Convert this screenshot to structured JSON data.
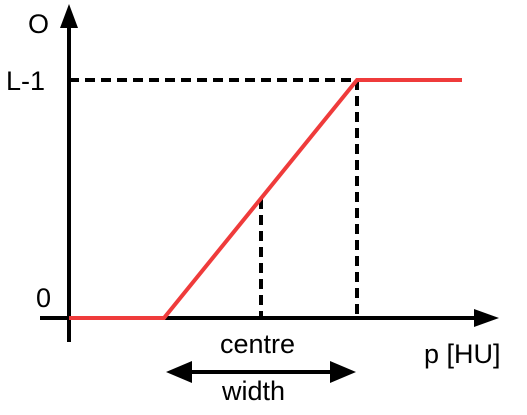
{
  "diagram": {
    "y_axis_label": "O",
    "x_axis_label": "p [HU]",
    "y_top_label": "L-1",
    "y_bottom_label": "0",
    "centre_label": "centre",
    "width_label": "width"
  },
  "colors": {
    "curve": "#ef3b3b",
    "axes": "#000000",
    "dashed": "#000000"
  }
}
